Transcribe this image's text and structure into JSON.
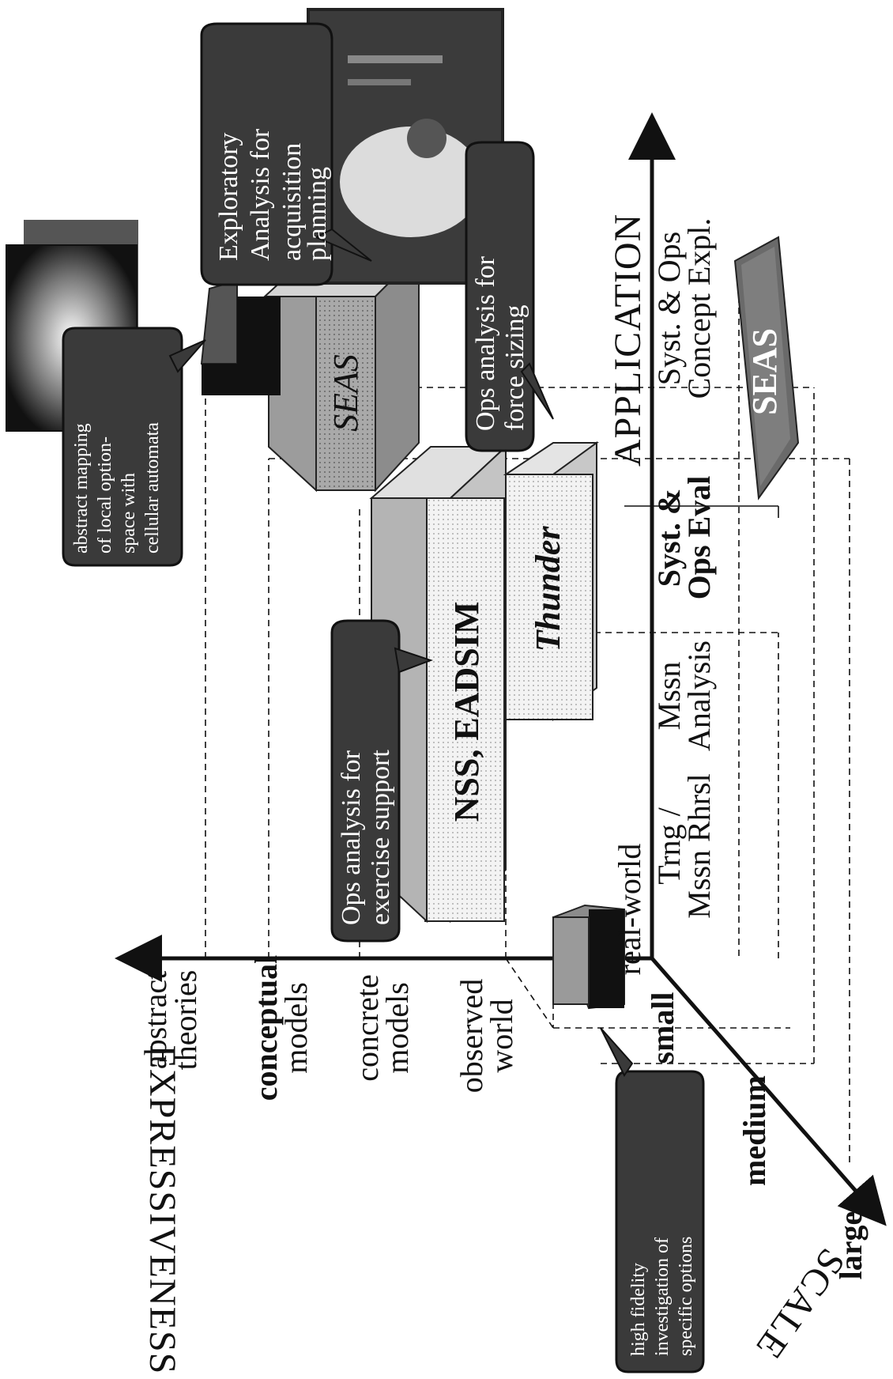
{
  "axes": {
    "expressiveness_title": "EXPRESSIVENESS",
    "application_title": "APPLICATION",
    "scale_title": "SCALE",
    "expressiveness_levels": [
      "abstract theories",
      "conceptual models",
      "concrete models",
      "observed world"
    ],
    "application_levels": [
      "real-world",
      "Trng / Mssn Rhrsl",
      "Mssn Analysis",
      "Syst. & Ops Eval",
      "Syst. & Ops Concept Expl."
    ],
    "scale_levels": [
      "small",
      "medium",
      "large"
    ]
  },
  "boxes": {
    "seas_main": "SEAS",
    "nss_eadsim": "NSS, EADSIM",
    "thunder": "Thunder",
    "seas_flat": "SEAS"
  },
  "callouts": {
    "exploratory": "Exploratory Analysis for acquisition planning",
    "abstract_mapping": "abstract mapping of local option-space with cellular automata",
    "force_sizing": "Ops analysis for force sizing",
    "exercise_support": "Ops analysis for exercise support",
    "high_fidelity": "high fidelity investigation of specific options"
  },
  "colors": {
    "ink": "#111111",
    "bubble_fill": "#3a3a3a",
    "box_light": "#f2f2f2",
    "box_mid": "#bdbdbd",
    "box_dark": "#777777"
  }
}
